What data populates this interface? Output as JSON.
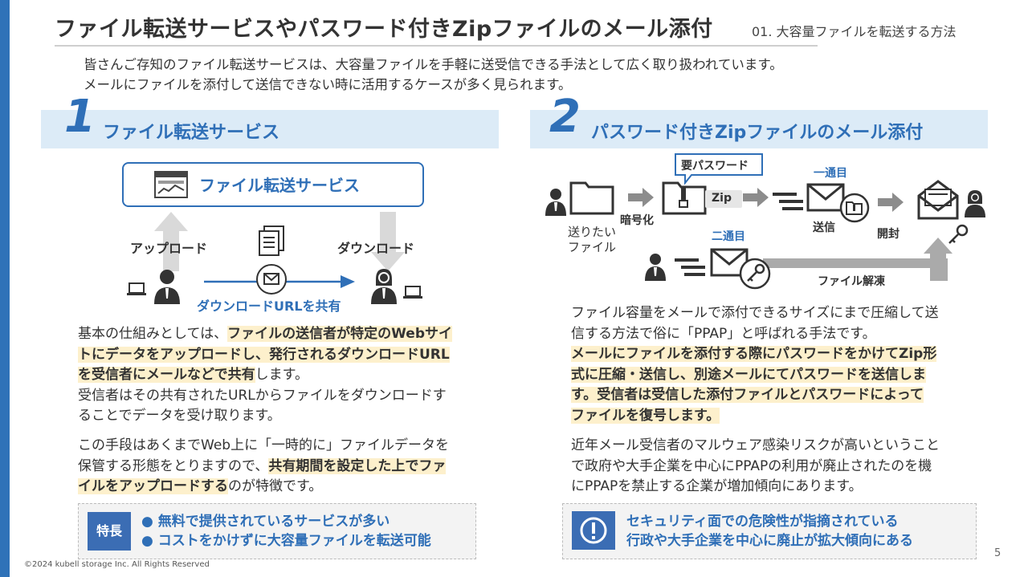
{
  "header": {
    "title": "ファイル転送サービスやパスワード付きZipファイルのメール添付",
    "subtitle": "01. 大容量ファイルを転送する方法"
  },
  "intro": {
    "line1": "皆さんご存知のファイル転送サービスは、大容量ファイルを手軽に送受信できる手法として広く取り扱われています。",
    "line2": "メールにファイルを添付して送信できない時に活用するケースが多く見られます。"
  },
  "section1": {
    "number": "1",
    "title": "ファイル転送サービス",
    "diagram": {
      "service_label": "ファイル転送サービス",
      "upload_label": "アップロード",
      "download_label": "ダウンロード",
      "share_label": "ダウンロードURLを共有"
    },
    "para1": {
      "l1a": "基本の仕組みとしては、",
      "l1b": "ファイルの送信者が特定のWebサイ",
      "l2": "トにデータをアップロードし、発行されるダウンロードURL",
      "l3a": "を受信者にメールなどで共有",
      "l3b": "します。",
      "l4": "受信者はその共有されたURLからファイルをダウンロードす",
      "l5": "ることでデータを受け取ります。"
    },
    "para2": {
      "l1": "この手段はあくまでWeb上に「一時的に」ファイルデータを",
      "l2a": "保管する形態をとりますので、",
      "l2b": "共有期間を設定した上でファ",
      "l3a": "イルをアップロードする",
      "l3b": "のが特徴です。"
    },
    "feature": {
      "badge": "特長",
      "item1": "● 無料で提供されているサービスが多い",
      "item2": "● コストをかけずに大容量ファイルを転送可能"
    }
  },
  "section2": {
    "number": "2",
    "title": "パスワード付きZipファイルのメール添付",
    "diagram": {
      "password_required": "要パスワード",
      "zip_label": "Zip",
      "first_mail": "一通目",
      "second_mail": "二通目",
      "file_to_send_1": "送りたい",
      "file_to_send_2": "ファイル",
      "encrypt_label": "暗号化",
      "send_label": "送信",
      "open_label": "開封",
      "decrypt_label": "ファイル解凍"
    },
    "para1": {
      "l1": "ファイル容量をメールで添付できるサイズにまで圧縮して送",
      "l2": "信する方法で俗に「PPAP」と呼ばれる手法です。",
      "l3": "メールにファイルを添付する際にパスワードをかけてZip形",
      "l4": "式に圧縮・送信し、別途メールにてパスワードを送信しま",
      "l5": "す。受信者は受信した添付ファイルとパスワードによって",
      "l6": "ファイルを復号します。"
    },
    "para2": {
      "l1": "近年メール受信者のマルウェア感染リスクが高いということ",
      "l2": "で政府や大手企業を中心にPPAPの利用が廃止されたのを機",
      "l3": "にPPAPを禁止する企業が増加傾向にあります。"
    },
    "warning": {
      "line1": "セキュリティ面での危険性が指摘されている",
      "line2": "行政や大手企業を中心に廃止が拡大傾向にある"
    }
  },
  "footer": {
    "copyright": "©2024 kubell storage Inc. All Rights Reserved",
    "page": "5"
  },
  "colors": {
    "accent": "#2f6fb7",
    "strip": "#2f72b8",
    "header_bg": "#dcebf7",
    "highlight": "#fdf0cc"
  }
}
